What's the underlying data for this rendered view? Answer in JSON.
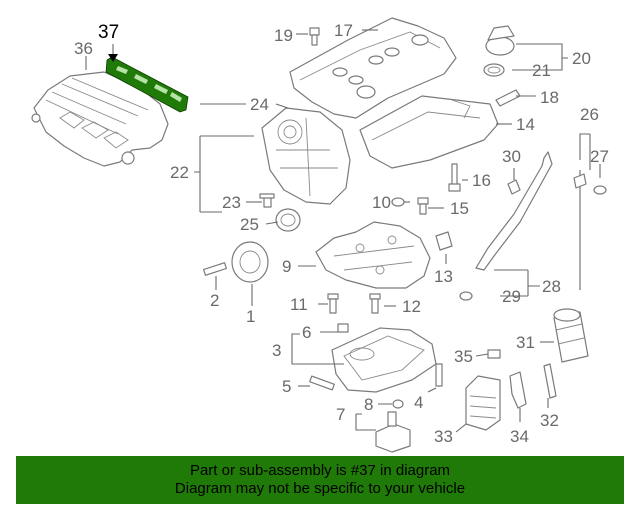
{
  "diagram": {
    "highlighted_part": "37",
    "callouts": [
      "1",
      "2",
      "3",
      "4",
      "5",
      "6",
      "7",
      "8",
      "9",
      "10",
      "11",
      "12",
      "13",
      "14",
      "15",
      "16",
      "17",
      "18",
      "19",
      "20",
      "21",
      "22",
      "23",
      "24",
      "25",
      "26",
      "27",
      "28",
      "29",
      "30",
      "31",
      "32",
      "33",
      "34",
      "35",
      "36",
      "37"
    ]
  },
  "banner": {
    "line1": "Part or sub-assembly is #37 in diagram",
    "line2": "Diagram may not be specific to your vehicle"
  },
  "colors": {
    "banner_bg": "#1f7a08",
    "banner_text": "#000000",
    "highlight_part": "#1f7a08",
    "line_art": "#7a7a7a"
  }
}
